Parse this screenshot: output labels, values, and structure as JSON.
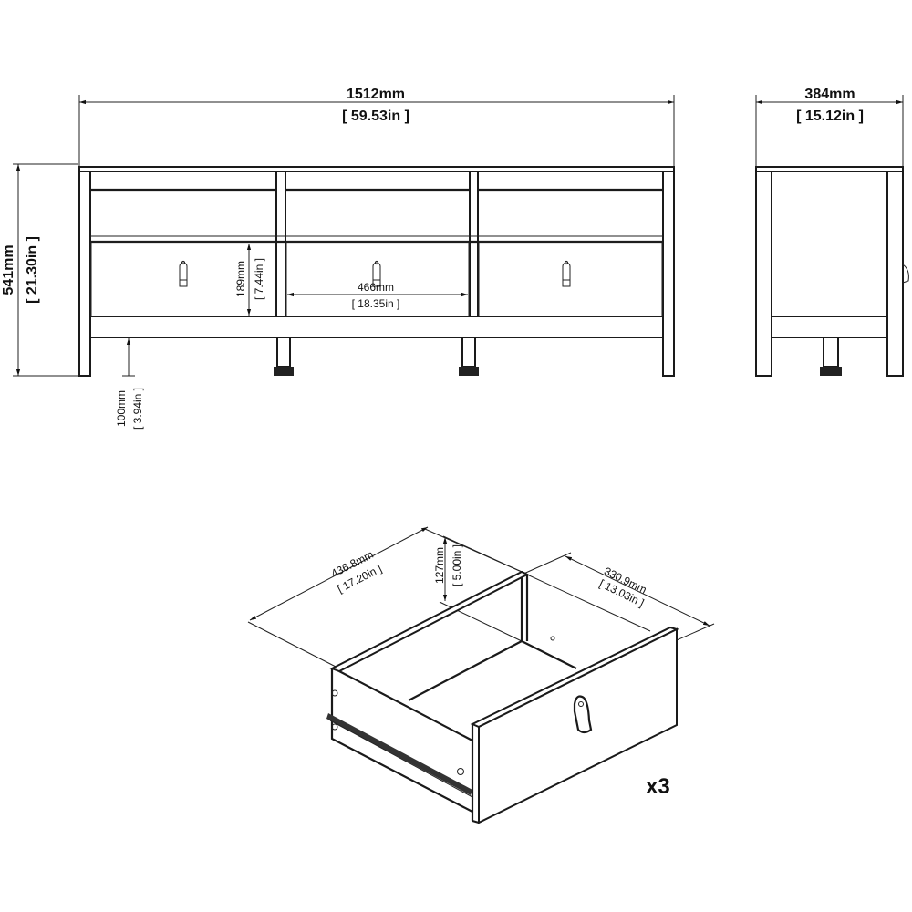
{
  "front_view": {
    "width_mm": "1512mm",
    "width_in": "59.53in",
    "height_mm": "541mm",
    "height_in": "21.30in",
    "drawer_height_mm": "189mm",
    "drawer_height_in": "7.44in",
    "drawer_width_mm": "466mm",
    "drawer_width_in": "18.35in",
    "leg_height_mm": "100mm",
    "leg_height_in": "3.94in"
  },
  "side_view": {
    "depth_mm": "384mm",
    "depth_in": "15.12in"
  },
  "drawer_view": {
    "length_mm": "436.8mm",
    "length_in": "17.20in",
    "height_mm": "127mm",
    "height_in": "5.00in",
    "width_mm": "330.9mm",
    "width_in": "13.03in",
    "quantity": "x3"
  }
}
